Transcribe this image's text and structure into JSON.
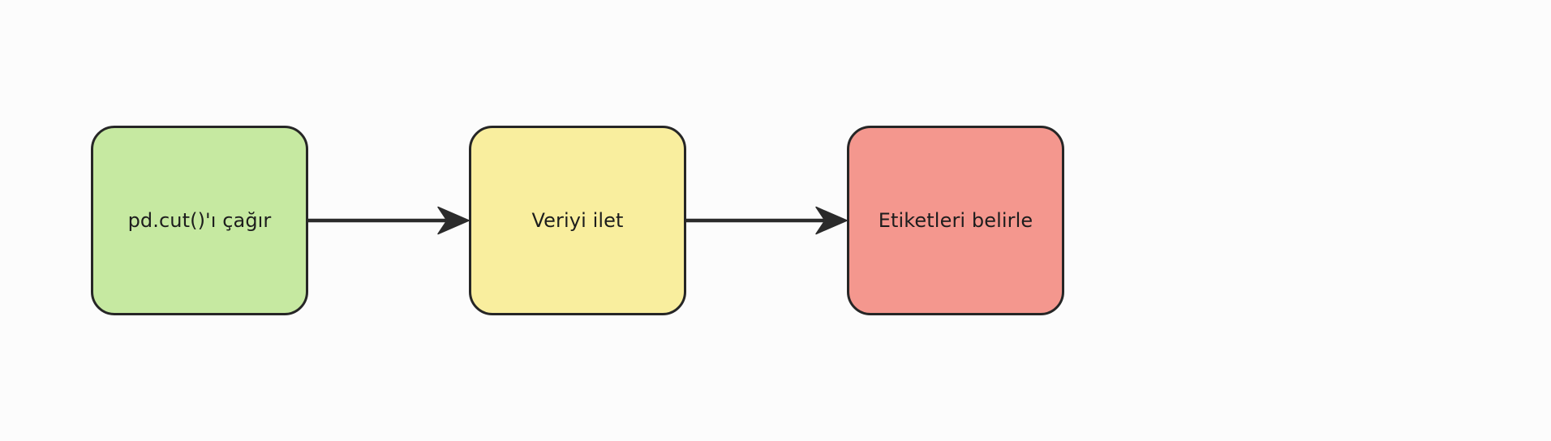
{
  "diagram": {
    "type": "flowchart",
    "orientation": "left-to-right",
    "background_color": "#fcfcfc",
    "node_border_color": "#262626",
    "connector_color": "#2b2b2b",
    "text_color": "#1d1d1d",
    "nodes": [
      {
        "id": "node-call-pdcut",
        "label": "pd.cut()'ı çağır",
        "fill_color": "#c6e9a1",
        "shape": "rounded-rectangle"
      },
      {
        "id": "node-pass-data",
        "label": "Veriyi ilet",
        "fill_color": "#f9ee9e",
        "shape": "rounded-rectangle"
      },
      {
        "id": "node-set-labels",
        "label": "Etiketleri belirle",
        "fill_color": "#f4978e",
        "shape": "rounded-rectangle"
      }
    ],
    "edges": [
      {
        "id": "edge-1",
        "from": "node-call-pdcut",
        "to": "node-pass-data",
        "label": "",
        "style": "solid",
        "arrowhead": "filled-triangle"
      },
      {
        "id": "edge-2",
        "from": "node-pass-data",
        "to": "node-set-labels",
        "label": "",
        "style": "solid",
        "arrowhead": "filled-triangle"
      }
    ]
  }
}
